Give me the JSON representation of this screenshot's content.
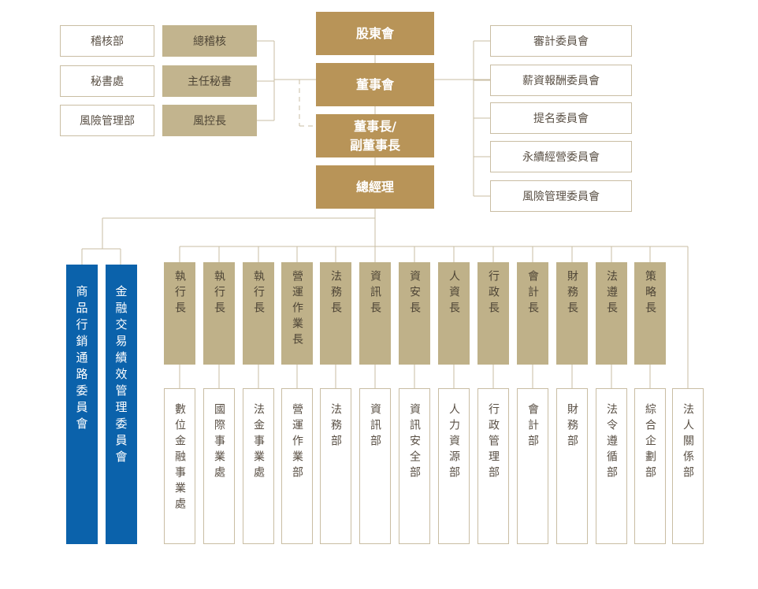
{
  "colors": {
    "primary": "#b89458",
    "secondary": "#c2b48e",
    "executive": "#bfb189",
    "committee_blue": "#0b62ab",
    "line": "#c9bda3"
  },
  "top": {
    "shareholders": "股東會",
    "board": "董事會",
    "chairman": "董事長/\n副董事長",
    "president": "總經理"
  },
  "left_units": [
    {
      "dept": "稽核部",
      "head": "總稽核"
    },
    {
      "dept": "秘書處",
      "head": "主任秘書"
    },
    {
      "dept": "風險管理部",
      "head": "風控長"
    }
  ],
  "committees": [
    "審計委員會",
    "薪資報酬委員會",
    "提名委員會",
    "永續經營委員會",
    "風險管理委員會"
  ],
  "blue_committees": [
    "商品行銷通路委員會",
    "金融交易績效管理委員會"
  ],
  "executives": [
    "執行長",
    "執行長",
    "執行長",
    "營運作業長",
    "法務長",
    "資訊長",
    "資安長",
    "人資長",
    "行政長",
    "會計長",
    "財務長",
    "法遵長",
    "策略長"
  ],
  "departments": [
    "數位金融事業處",
    "國際事業處",
    "法金事業處",
    "營運作業部",
    "法務部",
    "資訊部",
    "資訊安全部",
    "人力資源部",
    "行政管理部",
    "會計部",
    "財務部",
    "法令遵循部",
    "綜合企劃部",
    "法人關係部"
  ]
}
